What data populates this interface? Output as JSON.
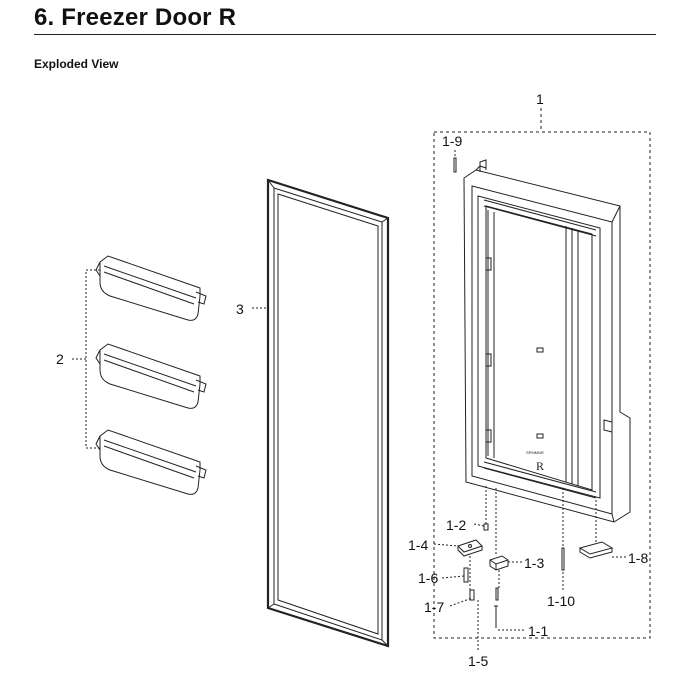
{
  "header": {
    "title": "6.  Freezer Door R",
    "subtitle": "Exploded View"
  },
  "diagram": {
    "door_marking": "R",
    "door_small_text": "SPMMNR",
    "callouts": {
      "assembly": "1",
      "bins": "2",
      "gasket": "3",
      "p1_1": "1-1",
      "p1_2": "1-2",
      "p1_3": "1-3",
      "p1_4": "1-4",
      "p1_5": "1-5",
      "p1_6": "1-6",
      "p1_7": "1-7",
      "p1_8": "1-8",
      "p1_9": "1-9",
      "p1_10": "1-10"
    }
  }
}
